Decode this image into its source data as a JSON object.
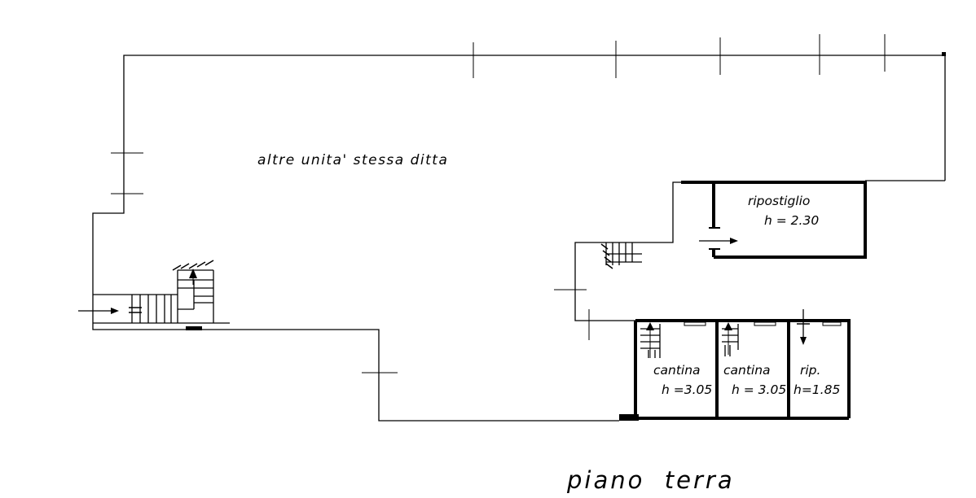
{
  "drawing": {
    "area_label": "altre unita' stessa ditta",
    "floor_title": "piano  terra",
    "rooms": [
      {
        "name": "ripostiglio",
        "height": "h = 2.30"
      },
      {
        "name": "cantina",
        "height": "h =3.05"
      },
      {
        "name": "cantina",
        "height": "h = 3.05"
      },
      {
        "name": "rip.",
        "height": "h=1.85"
      }
    ]
  },
  "colors": {
    "line": "#000000",
    "background": "#ffffff"
  }
}
